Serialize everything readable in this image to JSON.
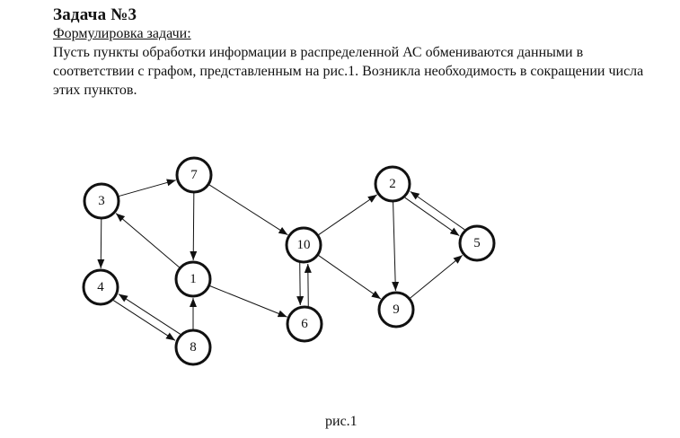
{
  "header": {
    "title": "Задача №3",
    "subtitle": "Формулировка задачи:",
    "problem_text": "Пусть пункты обработки информации в распределенной АС обмениваются данными в соответствии с графом, представленным на рис.1. Возникла необходимость в сокращении числа этих пунктов."
  },
  "graph": {
    "nodes": [
      {
        "id": "1",
        "label": "1"
      },
      {
        "id": "2",
        "label": "2"
      },
      {
        "id": "3",
        "label": "3"
      },
      {
        "id": "4",
        "label": "4"
      },
      {
        "id": "5",
        "label": "5"
      },
      {
        "id": "6",
        "label": "6"
      },
      {
        "id": "7",
        "label": "7"
      },
      {
        "id": "8",
        "label": "8"
      },
      {
        "id": "9",
        "label": "9"
      },
      {
        "id": "10",
        "label": "10"
      }
    ],
    "edges": [
      {
        "from": "3",
        "to": "7"
      },
      {
        "from": "3",
        "to": "4"
      },
      {
        "from": "7",
        "to": "1"
      },
      {
        "from": "7",
        "to": "10"
      },
      {
        "from": "1",
        "to": "3"
      },
      {
        "from": "1",
        "to": "6"
      },
      {
        "from": "8",
        "to": "1"
      },
      {
        "from": "4",
        "to": "8"
      },
      {
        "from": "8",
        "to": "4"
      },
      {
        "from": "10",
        "to": "2"
      },
      {
        "from": "10",
        "to": "9"
      },
      {
        "from": "10",
        "to": "6"
      },
      {
        "from": "6",
        "to": "10"
      },
      {
        "from": "2",
        "to": "9"
      },
      {
        "from": "2",
        "to": "5"
      },
      {
        "from": "5",
        "to": "2"
      },
      {
        "from": "9",
        "to": "5"
      }
    ]
  },
  "figure": {
    "caption": "рис.1"
  }
}
